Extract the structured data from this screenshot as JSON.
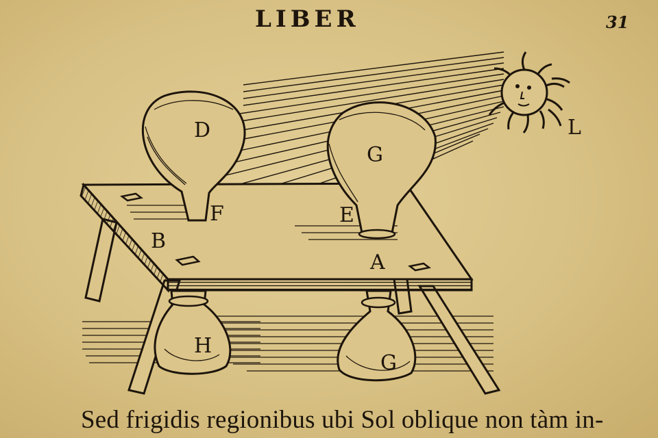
{
  "header": {
    "running_head": "LIBER",
    "page_number": "31"
  },
  "figure": {
    "labels": {
      "D": "D",
      "G_top": "G",
      "F": "F",
      "E": "E",
      "B": "B",
      "A": "A",
      "H": "H",
      "G_bottom": "G",
      "L": "L"
    }
  },
  "body": {
    "text_line": "Sed frigidis regionibus ubi Sol oblique non tàm in-"
  },
  "colors": {
    "paper": "#dcc58a",
    "ink": "#1d150c"
  }
}
